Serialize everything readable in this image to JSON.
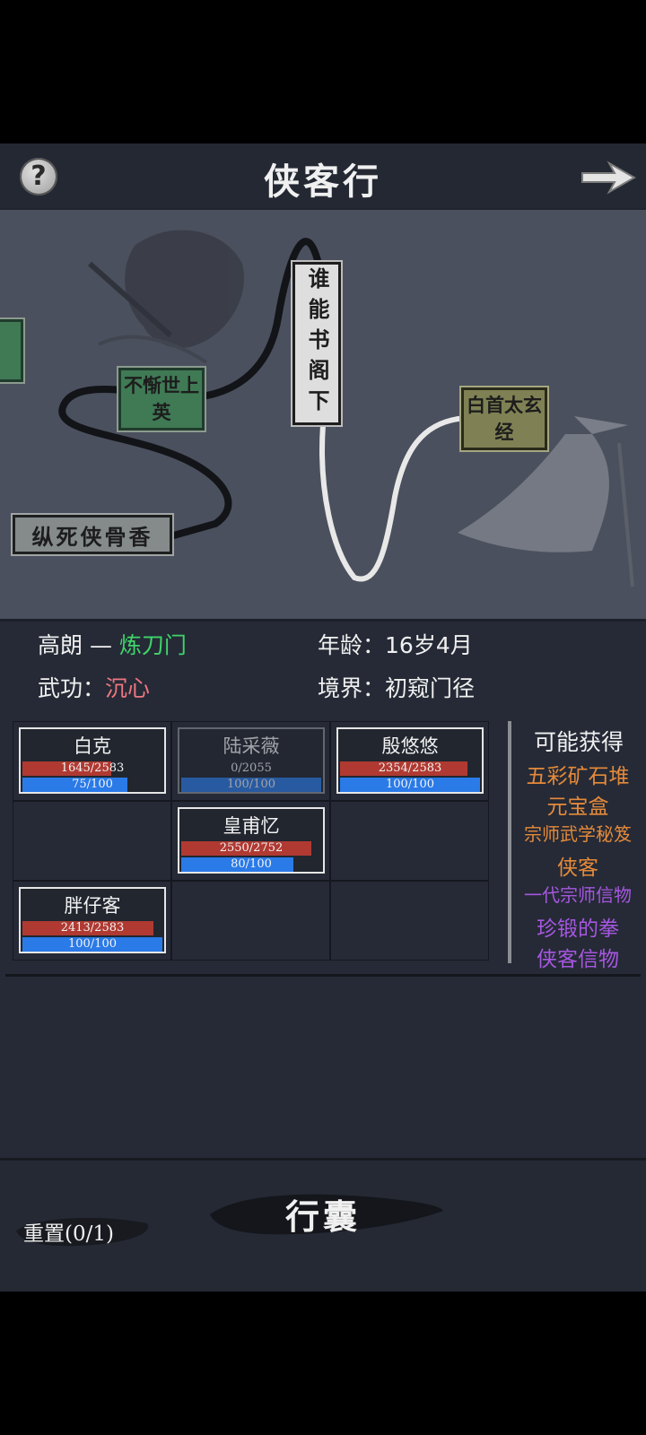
{
  "header": {
    "title": "侠客行",
    "help_glyph": "?"
  },
  "map": {
    "nodes": [
      {
        "id": "left-edge",
        "label": ""
      },
      {
        "id": "buchishi",
        "label": "不惭世上英"
      },
      {
        "id": "zongsi",
        "label": "纵死侠骨香"
      },
      {
        "id": "shuineng",
        "label": "谁能书阁下"
      },
      {
        "id": "baishou",
        "label": "白首太玄经"
      }
    ]
  },
  "character": {
    "name": "高朗",
    "separator": "—",
    "sect": "炼刀门",
    "age_label": "年龄：",
    "age_value": "16岁4月",
    "skill_label": "武功：",
    "skill_value": "沉心",
    "realm_label": "境界：",
    "realm_value": "初窥门径"
  },
  "party": [
    {
      "name": "白克",
      "hp": "1645/2583",
      "hp_frac": 0.637,
      "mp": "75/100",
      "mp_frac": 0.75,
      "dim": false
    },
    {
      "name": "陆采薇",
      "hp": "0/2055",
      "hp_frac": 0,
      "mp": "100/100",
      "mp_frac": 1.0,
      "dim": true
    },
    {
      "name": "殷悠悠",
      "hp": "2354/2583",
      "hp_frac": 0.911,
      "mp": "100/100",
      "mp_frac": 1.0,
      "dim": false
    },
    {
      "name": "皇甫忆",
      "hp": "2550/2752",
      "hp_frac": 0.927,
      "mp": "80/100",
      "mp_frac": 0.8,
      "dim": false
    },
    {
      "name": "胖仔客",
      "hp": "2413/2583",
      "hp_frac": 0.934,
      "mp": "100/100",
      "mp_frac": 1.0,
      "dim": false
    }
  ],
  "rewards": {
    "title": "可能获得",
    "items": [
      {
        "label": "五彩矿石堆",
        "color": "#e58a3a"
      },
      {
        "label": "元宝盒",
        "color": "#e58a3a"
      },
      {
        "label": "宗师武学秘笈",
        "color": "#e58a3a"
      },
      {
        "label": "侠客",
        "color": "#e58a3a"
      },
      {
        "label": "一代宗师信物",
        "color": "#a657e0"
      },
      {
        "label": "珍锻的拳",
        "color": "#a657e0"
      },
      {
        "label": "侠客信物",
        "color": "#a657e0"
      }
    ]
  },
  "bottom": {
    "bag_label": "行囊",
    "reset_label": "重置(0/1)"
  }
}
